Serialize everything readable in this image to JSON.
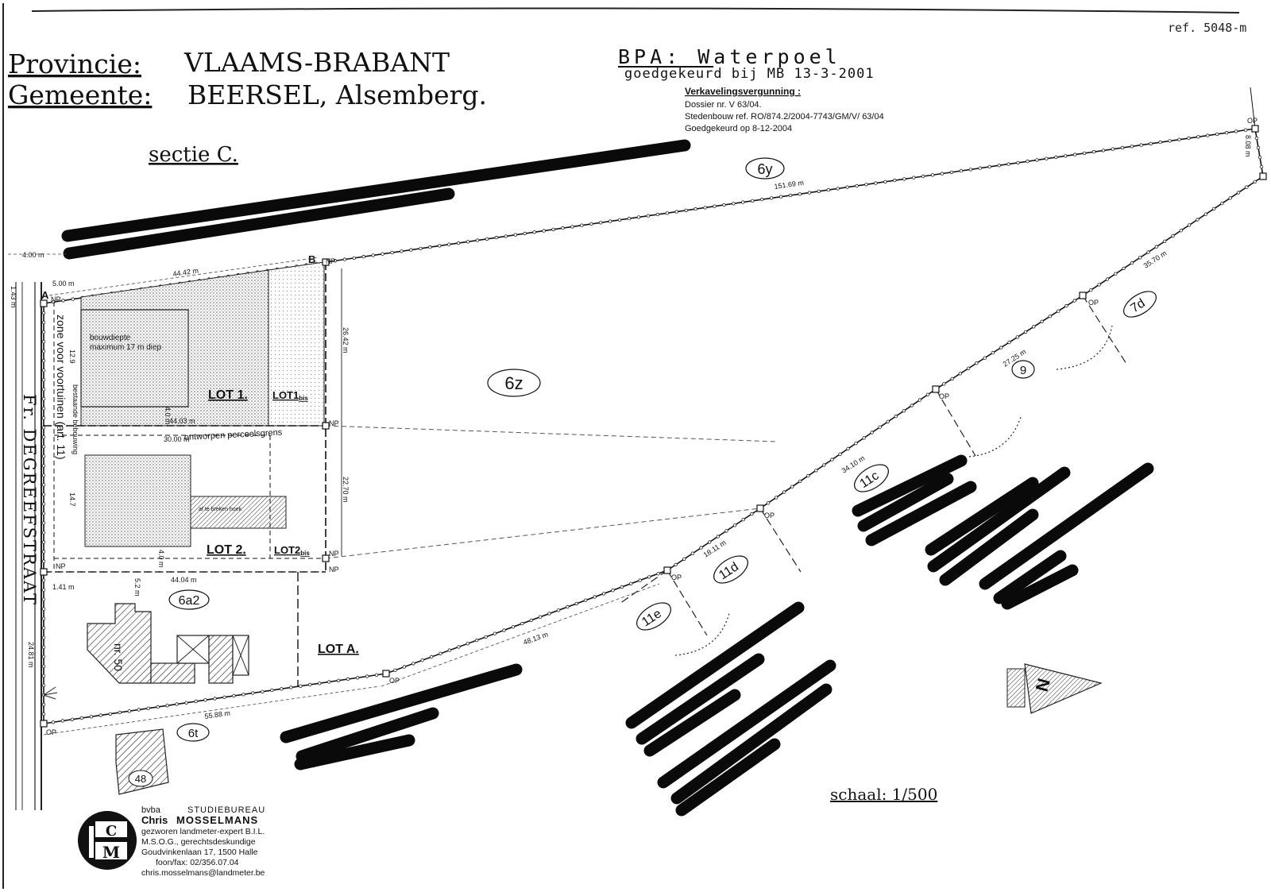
{
  "header": {
    "ref": "ref. 5048-m",
    "provincie_label": "Provincie:",
    "provincie_value": "VLAAMS-BRABANT",
    "gemeente_label": "Gemeente:",
    "gemeente_value": "BEERSEL, Alsemberg.",
    "sectie": "sectie C."
  },
  "bpa": {
    "title": "BPA: Waterpoel",
    "approval": "goedgekeurd bij MB 13-3-2001"
  },
  "permit": {
    "heading": "Verkavelingsvergunning :",
    "dossier": "Dossier nr. V 63/04.",
    "stedenbouw": "Stedenbouw ref. RO/874.2/2004-7743/GM/V/ 63/04",
    "approved": "Goedgekeurd op 8-12-2004"
  },
  "street": "Fr. DEGREEFSTRAAT",
  "parcels": {
    "p6y": "6y",
    "p6z": "6z",
    "p7d": "7d",
    "p9": "9",
    "p11c": "11c",
    "p11d": "11d",
    "p11e": "11e",
    "p6a2": "6a2",
    "p6t": "6t",
    "house50": "nr. 50",
    "house48": "48"
  },
  "lots": {
    "lot1": "LOT 1.",
    "lot1bis_main": "LOT1",
    "lot1bis_sub": "bis",
    "lot2": "LOT 2.",
    "lot2bis_main": "LOT2",
    "lot2bis_sub": "bis",
    "lotA": "LOT A."
  },
  "annotations": {
    "bouwdiepte1": "bouwdiepte",
    "bouwdiepte2": "maximum 17 m diep",
    "zone": "zone voor voortuinen (art. 11)",
    "ontworpen": "ontworpen perceelsgrens",
    "bebouwing": "bestaande bebouwing",
    "afbraak": "af te breken hoek"
  },
  "points": {
    "A": "A",
    "B": "B",
    "NP": "NP",
    "OP": "OP"
  },
  "dimensions": {
    "d_151_69": "151.69 m",
    "d_8_08": "8.08 m",
    "d_35_70": "35.70 m",
    "d_27_25": "27.25 m",
    "d_34_10": "34.10 m",
    "d_18_11": "18.11 m",
    "d_48_13": "48.13 m",
    "d_55_88": "55.88 m",
    "d_44_42": "44.42 m",
    "d_44_03": "44.03 m",
    "d_44_04": "44.04 m",
    "d_5_00": "5.00 m",
    "d_4_00": "4.00 m",
    "d_1_43": "1.43 m",
    "d_1_41": "1.41 m",
    "d_26_42": "26.42 m",
    "d_22_70": "22.70 m",
    "d_24_81": "24.81 m",
    "d_30_00": "30.00 m",
    "d_14_7": "14.7",
    "d_12_9": "12.9",
    "d_4_0a": "4.0 m",
    "d_4_0b": "4.0 m",
    "d_5_2": "5.2 m"
  },
  "scale": "schaal: 1/500",
  "surveyor": {
    "bvba": "bvba",
    "studiebureau": "STUDIEBUREAU",
    "name_first": "Chris",
    "name_last": "MOSSELMANS",
    "line1": "gezworen landmeter-expert B.I.L.",
    "line2": "M.S.O.G., gerechtsdeskundige",
    "line3": "Goudvinkenlaan 17, 1500 Halle",
    "line4": "foon/fax: 02/356.07.04",
    "line5": "chris.mosselmans@landmeter.be",
    "logo_top": "C",
    "logo_bottom": "M"
  },
  "north_symbol": "N"
}
